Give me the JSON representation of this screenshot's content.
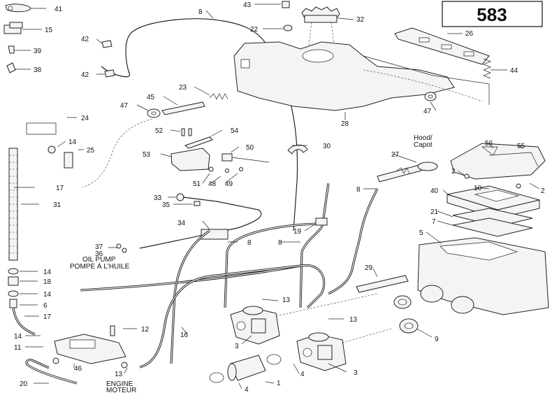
{
  "model_number": "583",
  "annotations": {
    "hood": [
      "Hood/",
      "Capot"
    ],
    "oil_pump": [
      "OIL PUMP",
      "POMPE À L'HUILE"
    ],
    "engine": [
      "ENGINE",
      "MOTEUR"
    ]
  },
  "callouts": [
    {
      "id": "c41",
      "label": "41"
    },
    {
      "id": "c15",
      "label": "15"
    },
    {
      "id": "c39",
      "label": "39"
    },
    {
      "id": "c38",
      "label": "38"
    },
    {
      "id": "c8a",
      "label": "8"
    },
    {
      "id": "c43",
      "label": "43"
    },
    {
      "id": "c22",
      "label": "22"
    },
    {
      "id": "c32",
      "label": "32"
    },
    {
      "id": "c26",
      "label": "26"
    },
    {
      "id": "c44",
      "label": "44"
    },
    {
      "id": "c42a",
      "label": "42"
    },
    {
      "id": "c42b",
      "label": "42"
    },
    {
      "id": "c23",
      "label": "23"
    },
    {
      "id": "c45",
      "label": "45"
    },
    {
      "id": "c47a",
      "label": "47"
    },
    {
      "id": "c47b",
      "label": "47"
    },
    {
      "id": "c28",
      "label": "28"
    },
    {
      "id": "c24",
      "label": "24"
    },
    {
      "id": "c52",
      "label": "52"
    },
    {
      "id": "c54",
      "label": "54"
    },
    {
      "id": "c14a",
      "label": "14"
    },
    {
      "id": "c25",
      "label": "25"
    },
    {
      "id": "c53",
      "label": "53"
    },
    {
      "id": "c50",
      "label": "50"
    },
    {
      "id": "c30",
      "label": "30"
    },
    {
      "id": "c27",
      "label": "27"
    },
    {
      "id": "c56",
      "label": "56"
    },
    {
      "id": "c55",
      "label": "55"
    },
    {
      "id": "c2a",
      "label": "2"
    },
    {
      "id": "c2b",
      "label": "2"
    },
    {
      "id": "c51",
      "label": "51"
    },
    {
      "id": "c48",
      "label": "48"
    },
    {
      "id": "c49",
      "label": "49"
    },
    {
      "id": "c17a",
      "label": "17"
    },
    {
      "id": "c8b",
      "label": "8"
    },
    {
      "id": "c10",
      "label": "10"
    },
    {
      "id": "c40",
      "label": "40"
    },
    {
      "id": "c33",
      "label": "33"
    },
    {
      "id": "c35",
      "label": "35"
    },
    {
      "id": "c31",
      "label": "31"
    },
    {
      "id": "c21",
      "label": "21"
    },
    {
      "id": "c7",
      "label": "7"
    },
    {
      "id": "c34",
      "label": "34"
    },
    {
      "id": "c19",
      "label": "19"
    },
    {
      "id": "c5",
      "label": "5"
    },
    {
      "id": "c8c",
      "label": "8"
    },
    {
      "id": "c8d",
      "label": "8"
    },
    {
      "id": "c37",
      "label": "37"
    },
    {
      "id": "c36",
      "label": "36"
    },
    {
      "id": "c14b",
      "label": "14"
    },
    {
      "id": "c29",
      "label": "29"
    },
    {
      "id": "c18",
      "label": "18"
    },
    {
      "id": "c14c",
      "label": "14"
    },
    {
      "id": "c6",
      "label": "6"
    },
    {
      "id": "c13a",
      "label": "13"
    },
    {
      "id": "c17b",
      "label": "17"
    },
    {
      "id": "c13b",
      "label": "13"
    },
    {
      "id": "c12",
      "label": "12"
    },
    {
      "id": "c14d",
      "label": "14"
    },
    {
      "id": "c16",
      "label": "16"
    },
    {
      "id": "c9",
      "label": "9"
    },
    {
      "id": "c11",
      "label": "11"
    },
    {
      "id": "c3a",
      "label": "3"
    },
    {
      "id": "c46",
      "label": "46"
    },
    {
      "id": "c13c",
      "label": "13"
    },
    {
      "id": "c3b",
      "label": "3"
    },
    {
      "id": "c4a",
      "label": "4"
    },
    {
      "id": "c20",
      "label": "20"
    },
    {
      "id": "c1",
      "label": "1"
    },
    {
      "id": "c4b",
      "label": "4"
    }
  ]
}
